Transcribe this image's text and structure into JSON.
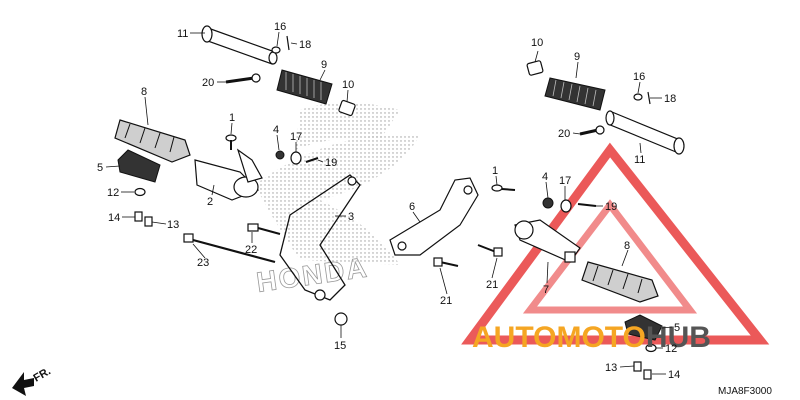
{
  "diagram": {
    "code": "MJA8F3000",
    "direction_label": "FR.",
    "brand_logo_text": "HONDA",
    "watermark": {
      "text_part1": "AUTOMOTO",
      "text_part2": "HUB",
      "color_orange": "#f5a623",
      "color_red": "#e83d3d",
      "color_gray": "#555555"
    },
    "callouts": [
      {
        "id": "c11a",
        "text": "11"
      },
      {
        "id": "c16a",
        "text": "16"
      },
      {
        "id": "c18a",
        "text": "18"
      },
      {
        "id": "c9a",
        "text": "9"
      },
      {
        "id": "c20a",
        "text": "20"
      },
      {
        "id": "c10a",
        "text": "10"
      },
      {
        "id": "c8a",
        "text": "8"
      },
      {
        "id": "c1a",
        "text": "1"
      },
      {
        "id": "c4a",
        "text": "4"
      },
      {
        "id": "c17a",
        "text": "17"
      },
      {
        "id": "c19a",
        "text": "19"
      },
      {
        "id": "c5a",
        "text": "5"
      },
      {
        "id": "c12a",
        "text": "12"
      },
      {
        "id": "c2a",
        "text": "2"
      },
      {
        "id": "c14a",
        "text": "14"
      },
      {
        "id": "c13a",
        "text": "13"
      },
      {
        "id": "c3",
        "text": "3"
      },
      {
        "id": "c22",
        "text": "22"
      },
      {
        "id": "c23",
        "text": "23"
      },
      {
        "id": "c15",
        "text": "15"
      },
      {
        "id": "c6",
        "text": "6"
      },
      {
        "id": "c21a",
        "text": "21"
      },
      {
        "id": "c21b",
        "text": "21"
      },
      {
        "id": "c10b",
        "text": "10"
      },
      {
        "id": "c9b",
        "text": "9"
      },
      {
        "id": "c16b",
        "text": "16"
      },
      {
        "id": "c18b",
        "text": "18"
      },
      {
        "id": "c20b",
        "text": "20"
      },
      {
        "id": "c11b",
        "text": "11"
      },
      {
        "id": "c1b",
        "text": "1"
      },
      {
        "id": "c4b",
        "text": "4"
      },
      {
        "id": "c17b",
        "text": "17"
      },
      {
        "id": "c19b",
        "text": "19"
      },
      {
        "id": "c8b",
        "text": "8"
      },
      {
        "id": "c7",
        "text": "7"
      },
      {
        "id": "c5b",
        "text": "5"
      },
      {
        "id": "c12b",
        "text": "12"
      },
      {
        "id": "c13b",
        "text": "13"
      },
      {
        "id": "c14b",
        "text": "14"
      }
    ]
  }
}
